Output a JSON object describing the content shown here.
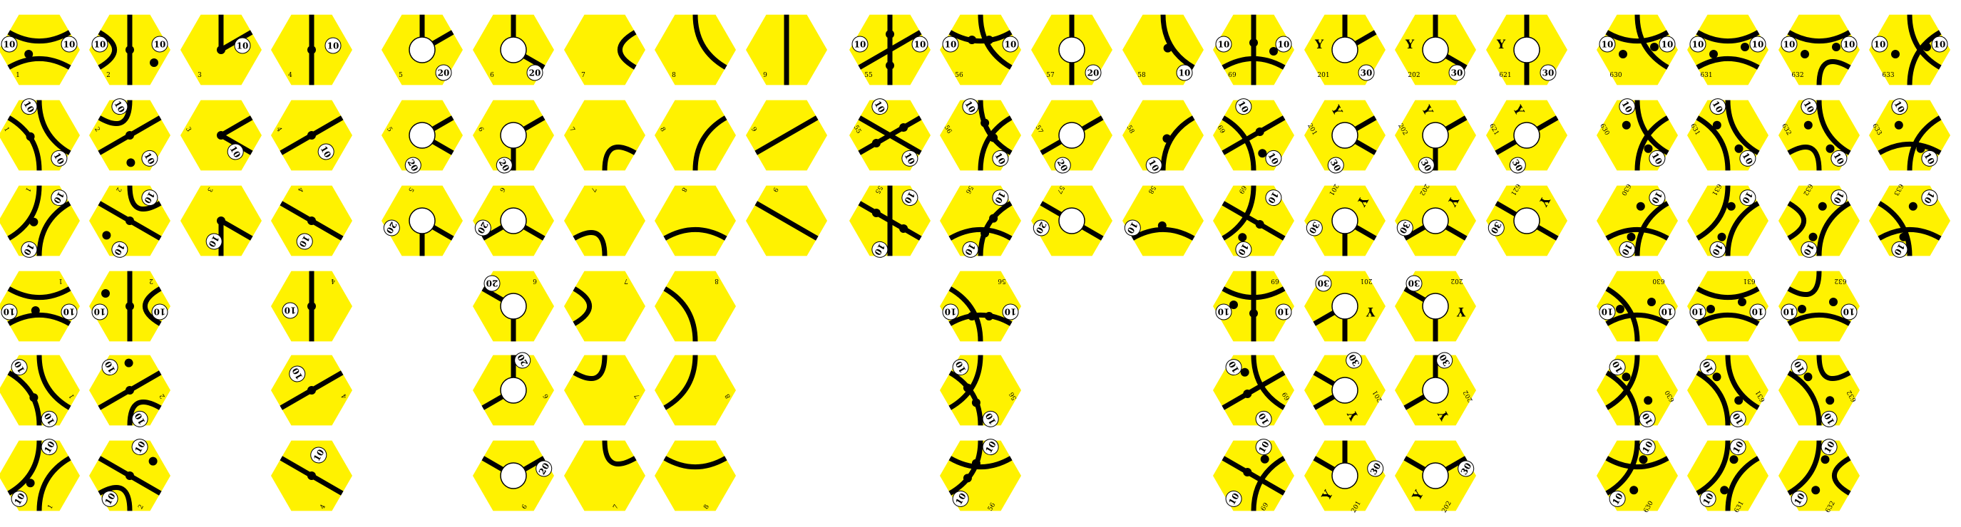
{
  "sheet": {
    "background": "#ffffff",
    "tile_color": "#fff200",
    "track_color": "#000000"
  },
  "tile_sheet": {
    "columns": [
      {
        "id": "col-1",
        "number": "1",
        "revenue": [
          "10",
          "10"
        ],
        "letter": ""
      },
      {
        "id": "col-2",
        "number": "2",
        "revenue": [
          "10",
          "10"
        ],
        "letter": ""
      },
      {
        "id": "col-3",
        "number": "3",
        "revenue": [
          "10"
        ],
        "letter": ""
      },
      {
        "id": "col-4",
        "number": "4",
        "revenue": [
          "10"
        ],
        "letter": ""
      },
      {
        "id": "col-5",
        "number": "5",
        "revenue": [
          "20"
        ],
        "letter": ""
      },
      {
        "id": "col-6",
        "number": "6",
        "revenue": [
          "20"
        ],
        "letter": ""
      },
      {
        "id": "col-7",
        "number": "7",
        "revenue": [],
        "letter": ""
      },
      {
        "id": "col-8",
        "number": "8",
        "revenue": [],
        "letter": ""
      },
      {
        "id": "col-9",
        "number": "9",
        "revenue": [],
        "letter": ""
      },
      {
        "id": "col-55",
        "number": "55",
        "revenue": [
          "10",
          "10"
        ],
        "letter": ""
      },
      {
        "id": "col-56",
        "number": "56",
        "revenue": [
          "10",
          "10"
        ],
        "letter": ""
      },
      {
        "id": "col-57",
        "number": "57",
        "revenue": [
          "20"
        ],
        "letter": ""
      },
      {
        "id": "col-58",
        "number": "58",
        "revenue": [
          "10"
        ],
        "letter": ""
      },
      {
        "id": "col-69",
        "number": "69",
        "revenue": [
          "10",
          "10"
        ],
        "letter": ""
      },
      {
        "id": "col-201",
        "number": "201",
        "revenue": [
          "30"
        ],
        "letter": "Y"
      },
      {
        "id": "col-202",
        "number": "202",
        "revenue": [
          "30"
        ],
        "letter": "Y"
      },
      {
        "id": "col-621",
        "number": "621",
        "revenue": [
          "30"
        ],
        "letter": "Y"
      },
      {
        "id": "col-630",
        "number": "630",
        "revenue": [
          "10",
          "10"
        ],
        "letter": ""
      },
      {
        "id": "col-631",
        "number": "631",
        "revenue": [
          "10",
          "10"
        ],
        "letter": ""
      },
      {
        "id": "col-632",
        "number": "632",
        "revenue": [
          "10",
          "10"
        ],
        "letter": ""
      },
      {
        "id": "col-633",
        "number": "633",
        "revenue": [
          "10",
          "10"
        ],
        "letter": ""
      }
    ]
  }
}
